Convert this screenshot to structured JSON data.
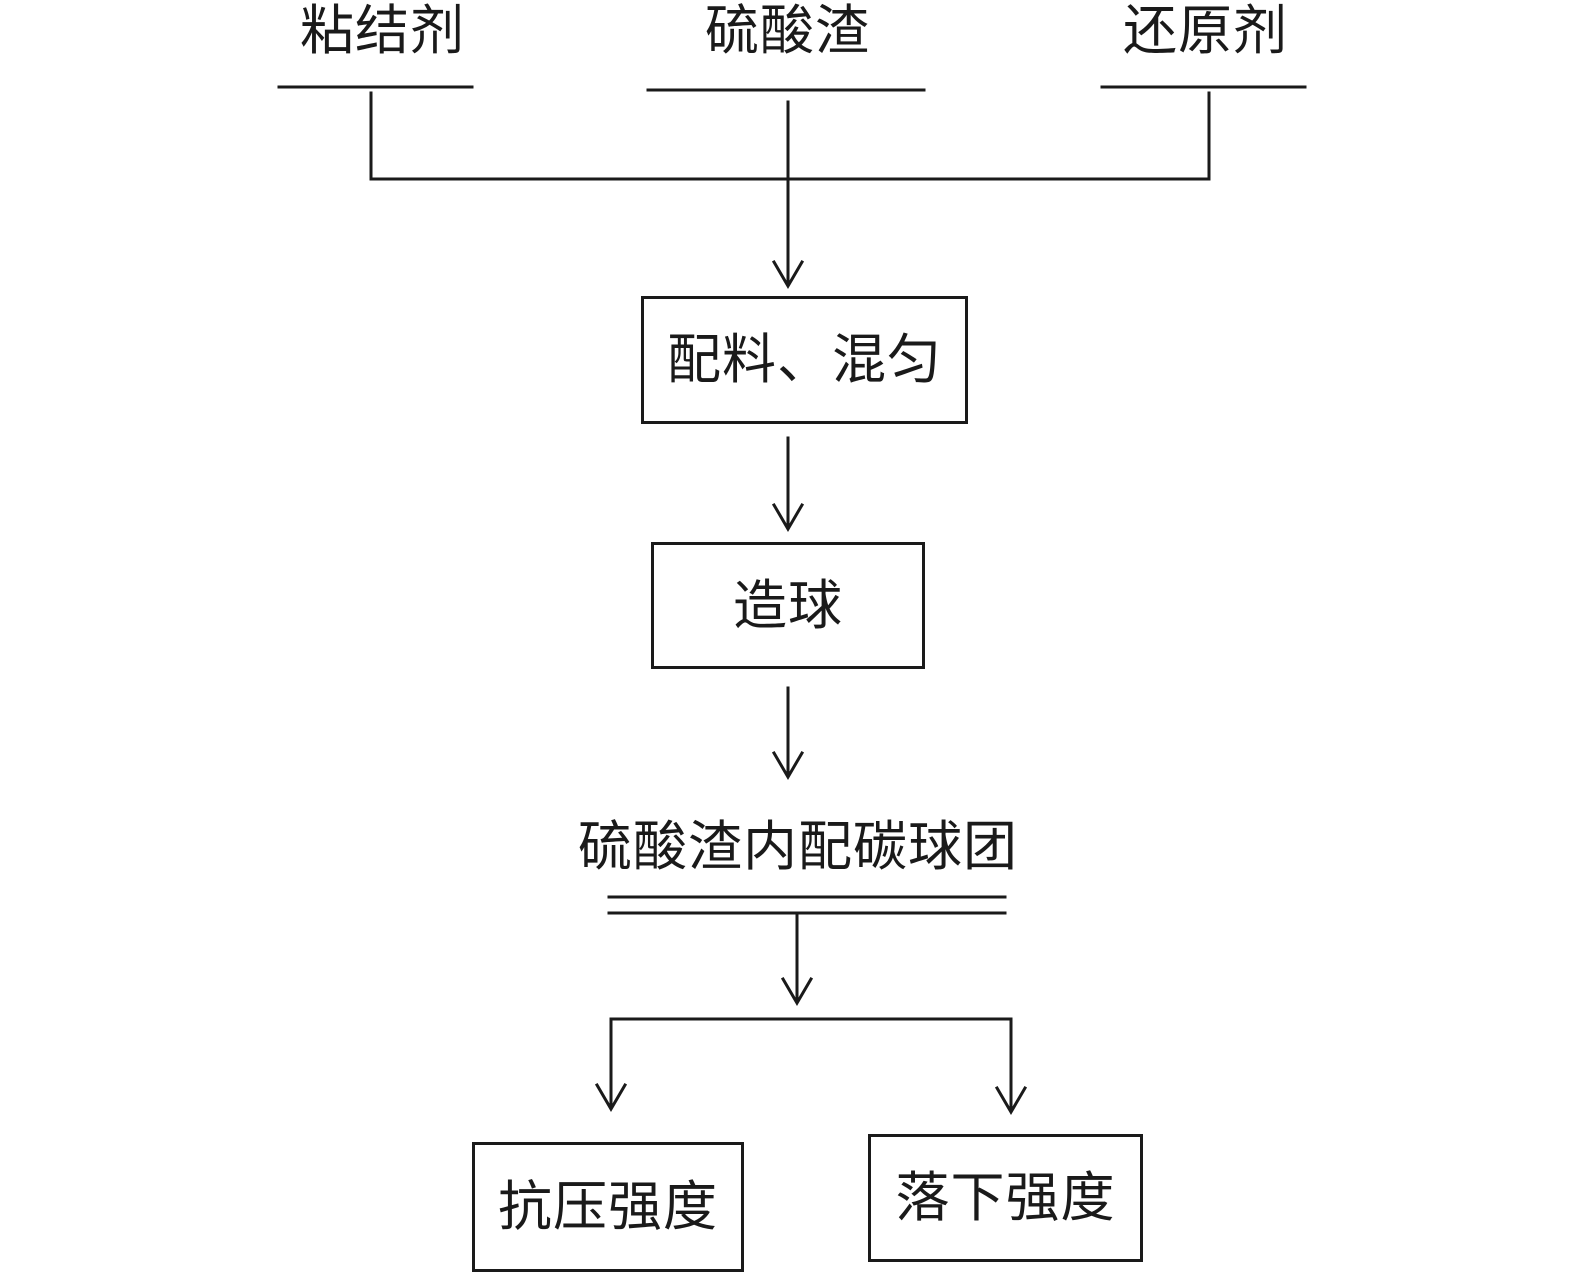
{
  "inputs": {
    "binder": "粘结剂",
    "sulfuric_acid_residue": "硫酸渣",
    "reductant": "还原剂"
  },
  "steps": {
    "batching_mixing": "配料、混匀",
    "pelletizing": "造球"
  },
  "product": {
    "label": "硫酸渣内配碳球团"
  },
  "tests": {
    "compressive_strength": "抗压强度",
    "drop_strength": "落下强度"
  },
  "colors": {
    "line": "#1a1a1a",
    "background": "#ffffff"
  }
}
